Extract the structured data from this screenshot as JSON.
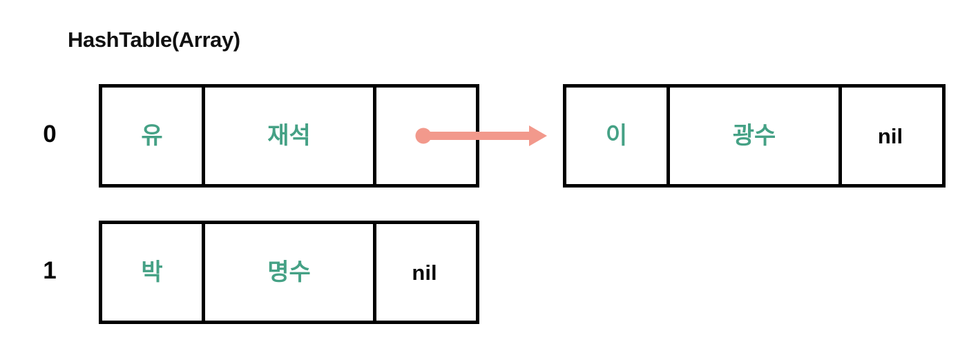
{
  "title": "HashTable(Array)",
  "colors": {
    "key_text": "#45A185",
    "value_text": "#45A185",
    "nil_text": "#0A0A0A",
    "border": "#000000",
    "arrow": "#F2998C",
    "background": "#FFFFFF",
    "index_label": "#050505"
  },
  "buckets": [
    {
      "index": "0",
      "nodes": [
        {
          "key": "유",
          "value": "재석",
          "next": "",
          "next_kind": "pointer"
        },
        {
          "key": "이",
          "value": "광수",
          "next": "nil",
          "next_kind": "nil"
        }
      ]
    },
    {
      "index": "1",
      "nodes": [
        {
          "key": "박",
          "value": "명수",
          "next": "nil",
          "next_kind": "nil"
        }
      ]
    }
  ],
  "arrow": {
    "name": "next-pointer-arrow",
    "from": "bucket-0-node-0-next-cell",
    "to": "bucket-0-node-1"
  }
}
